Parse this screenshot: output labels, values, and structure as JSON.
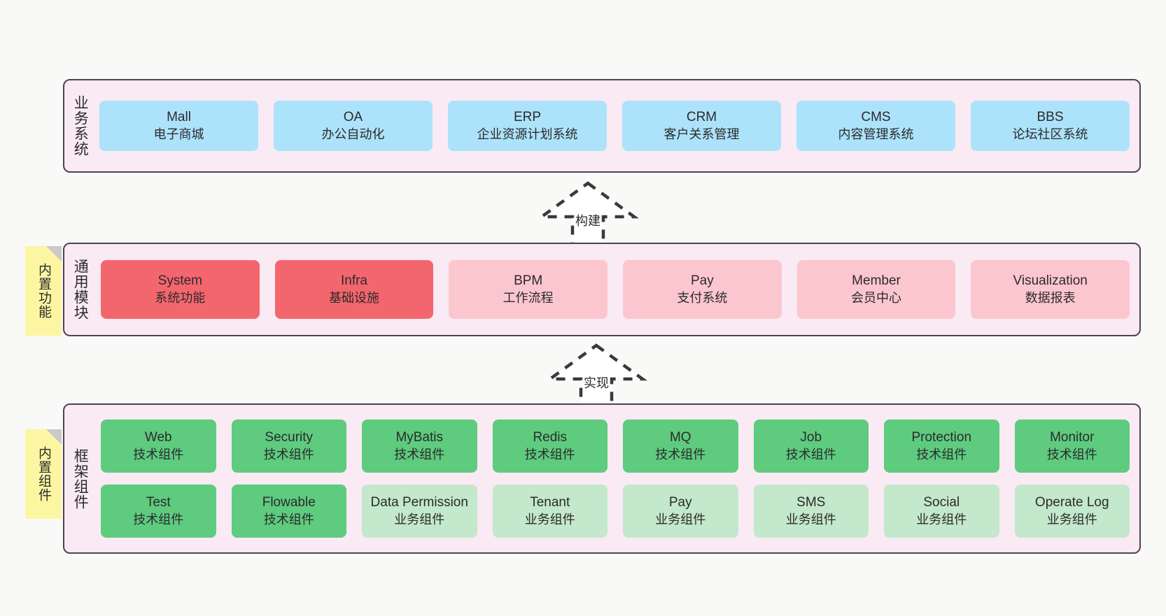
{
  "layers": [
    {
      "id": "business",
      "title": "业务系统",
      "rows": [
        {
          "cards": [
            {
              "t1": "Mall",
              "t2": "电子商城",
              "color": "#ade2fb"
            },
            {
              "t1": "OA",
              "t2": "办公自动化",
              "color": "#ade2fb"
            },
            {
              "t1": "ERP",
              "t2": "企业资源计划系统",
              "color": "#ade2fb"
            },
            {
              "t1": "CRM",
              "t2": "客户关系管理",
              "color": "#ade2fb"
            },
            {
              "t1": "CMS",
              "t2": "内容管理系统",
              "color": "#ade2fb"
            },
            {
              "t1": "BBS",
              "t2": "论坛社区系统",
              "color": "#ade2fb"
            }
          ]
        }
      ]
    },
    {
      "id": "common",
      "title": "通用模块",
      "note": "内置功能",
      "rows": [
        {
          "cards": [
            {
              "t1": "System",
              "t2": "系统功能",
              "color": "#f4666d"
            },
            {
              "t1": "Infra",
              "t2": "基础设施",
              "color": "#f4666d"
            },
            {
              "t1": "BPM",
              "t2": "工作流程",
              "color": "#fcc6cf"
            },
            {
              "t1": "Pay",
              "t2": "支付系统",
              "color": "#fcc6cf"
            },
            {
              "t1": "Member",
              "t2": "会员中心",
              "color": "#fcc6cf"
            },
            {
              "t1": "Visualization",
              "t2": "数据报表",
              "color": "#fcc6cf"
            }
          ]
        }
      ]
    },
    {
      "id": "framework",
      "title": "框架组件",
      "note": "内置组件",
      "rows": [
        {
          "cards": [
            {
              "t1": "Web",
              "t2": "技术组件",
              "color": "#5ecb7f"
            },
            {
              "t1": "Security",
              "t2": "技术组件",
              "color": "#5ecb7f"
            },
            {
              "t1": "MyBatis",
              "t2": "技术组件",
              "color": "#5ecb7f"
            },
            {
              "t1": "Redis",
              "t2": "技术组件",
              "color": "#5ecb7f"
            },
            {
              "t1": "MQ",
              "t2": "技术组件",
              "color": "#5ecb7f"
            },
            {
              "t1": "Job",
              "t2": "技术组件",
              "color": "#5ecb7f"
            },
            {
              "t1": "Protection",
              "t2": "技术组件",
              "color": "#5ecb7f"
            },
            {
              "t1": "Monitor",
              "t2": "技术组件",
              "color": "#5ecb7f"
            }
          ]
        },
        {
          "cards": [
            {
              "t1": "Test",
              "t2": "技术组件",
              "color": "#5ecb7f"
            },
            {
              "t1": "Flowable",
              "t2": "技术组件",
              "color": "#5ecb7f"
            },
            {
              "t1": "Data Permission",
              "t2": "业务组件",
              "color": "#c3e8cb"
            },
            {
              "t1": "Tenant",
              "t2": "业务组件",
              "color": "#c3e8cb"
            },
            {
              "t1": "Pay",
              "t2": "业务组件",
              "color": "#c3e8cb"
            },
            {
              "t1": "SMS",
              "t2": "业务组件",
              "color": "#c3e8cb"
            },
            {
              "t1": "Social",
              "t2": "业务组件",
              "color": "#c3e8cb"
            },
            {
              "t1": "Operate Log",
              "t2": "业务组件",
              "color": "#c3e8cb"
            }
          ]
        }
      ]
    }
  ],
  "arrows": [
    {
      "id": "build",
      "label": "构建"
    },
    {
      "id": "realize",
      "label": "实现"
    }
  ],
  "colors": {
    "panel_bg": "#f9eaf4",
    "panel_border": "#53414f",
    "note_bg": "#fcf6a2",
    "note_fold": "#c9c9c9",
    "business_card": "#ade2fb",
    "common_primary_card": "#f4666d",
    "common_secondary_card": "#fcc6cf",
    "framework_tech_card": "#5ecb7f",
    "framework_biz_card": "#c3e8cb",
    "canvas_bg": "#f9f9f8"
  }
}
